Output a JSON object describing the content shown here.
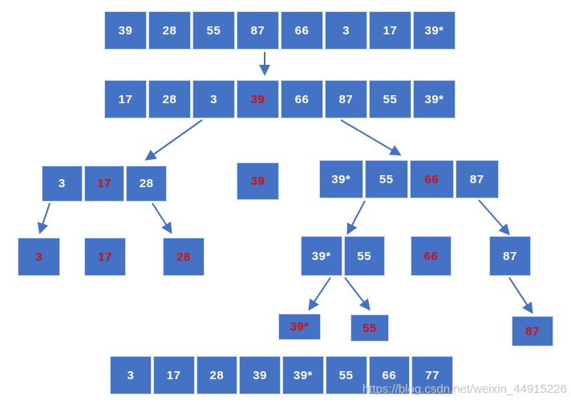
{
  "colors": {
    "box_blue": "#4472C4",
    "text_white": "#FFFFFF",
    "text_red": "#D40F0F",
    "arrow_blue": "#4472C4",
    "watermark_gray": "#C6C6C6"
  },
  "diagram": {
    "row1": {
      "cells": [
        {
          "text": "39",
          "tone": "white"
        },
        {
          "text": "28",
          "tone": "white"
        },
        {
          "text": "55",
          "tone": "white"
        },
        {
          "text": "87",
          "tone": "white"
        },
        {
          "text": "66",
          "tone": "white"
        },
        {
          "text": "3",
          "tone": "white"
        },
        {
          "text": "17",
          "tone": "white"
        },
        {
          "text": "39*",
          "tone": "white"
        }
      ]
    },
    "row2": {
      "cells": [
        {
          "text": "17",
          "tone": "white"
        },
        {
          "text": "28",
          "tone": "white"
        },
        {
          "text": "3",
          "tone": "white"
        },
        {
          "text": "39",
          "tone": "red"
        },
        {
          "text": "66",
          "tone": "white"
        },
        {
          "text": "87",
          "tone": "white"
        },
        {
          "text": "55",
          "tone": "white"
        },
        {
          "text": "39*",
          "tone": "white"
        }
      ]
    },
    "level3_left": {
      "cells": [
        {
          "text": "3",
          "tone": "white"
        },
        {
          "text": "17",
          "tone": "red"
        },
        {
          "text": "28",
          "tone": "white"
        }
      ]
    },
    "level3_mid": {
      "cells": [
        {
          "text": "39",
          "tone": "red"
        }
      ]
    },
    "level3_right": {
      "cells": [
        {
          "text": "39*",
          "tone": "white"
        },
        {
          "text": "55",
          "tone": "white"
        },
        {
          "text": "66",
          "tone": "red"
        },
        {
          "text": "87",
          "tone": "white"
        }
      ]
    },
    "level4_3": {
      "cells": [
        {
          "text": "3",
          "tone": "red"
        }
      ]
    },
    "level4_17": {
      "cells": [
        {
          "text": "17",
          "tone": "red"
        }
      ]
    },
    "level4_28": {
      "cells": [
        {
          "text": "28",
          "tone": "red"
        }
      ]
    },
    "level4_pair": {
      "cells": [
        {
          "text": "39*",
          "tone": "white"
        },
        {
          "text": "55",
          "tone": "white"
        }
      ]
    },
    "level4_66": {
      "cells": [
        {
          "text": "66",
          "tone": "red"
        }
      ]
    },
    "level4_87": {
      "cells": [
        {
          "text": "87",
          "tone": "white"
        }
      ]
    },
    "level5_39s": {
      "cells": [
        {
          "text": "39*",
          "tone": "red"
        }
      ]
    },
    "level5_55": {
      "cells": [
        {
          "text": "55",
          "tone": "red"
        }
      ]
    },
    "level5_87": {
      "cells": [
        {
          "text": "87",
          "tone": "red"
        }
      ]
    },
    "bottom": {
      "cells": [
        {
          "text": "3",
          "tone": "white"
        },
        {
          "text": "17",
          "tone": "white"
        },
        {
          "text": "28",
          "tone": "white"
        },
        {
          "text": "39",
          "tone": "white"
        },
        {
          "text": "39*",
          "tone": "white"
        },
        {
          "text": "55",
          "tone": "white"
        },
        {
          "text": "66",
          "tone": "white"
        },
        {
          "text": "77",
          "tone": "white"
        }
      ]
    },
    "edges": [
      {
        "from": "array-initial",
        "to": "array-partition-1"
      },
      {
        "from": "array-partition-1",
        "to": "group-left-3-17-28"
      },
      {
        "from": "array-partition-1",
        "to": "group-right-39s-55-66-87"
      },
      {
        "from": "group-left-3-17-28",
        "to": "box-3"
      },
      {
        "from": "group-left-3-17-28",
        "to": "box-28"
      },
      {
        "from": "group-right-39s-55-66-87",
        "to": "pair-39s-55"
      },
      {
        "from": "group-right-39s-55-66-87",
        "to": "box-87"
      },
      {
        "from": "pair-39s-55",
        "to": "box-39s-final"
      },
      {
        "from": "pair-39s-55",
        "to": "box-55-final"
      },
      {
        "from": "box-87",
        "to": "box-87-final"
      }
    ]
  },
  "watermark": {
    "text": "https://blog.csdn.net/weixin_44915226"
  }
}
